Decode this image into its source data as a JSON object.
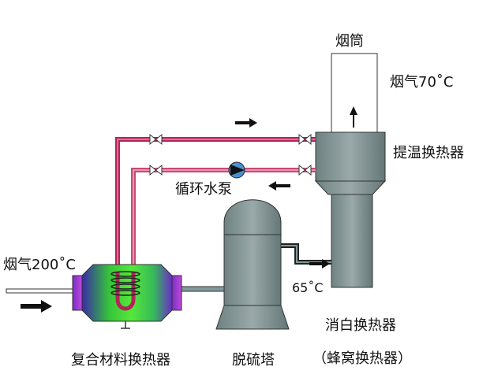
{
  "labels": {
    "chimney": "烟筒",
    "flue_gas_out": "烟气70˚C",
    "reheat_exchanger": "提温换热器",
    "pump": "循环水泵",
    "flue_gas_in": "烟气200˚C",
    "temp_65": "65˚C",
    "composite_exchanger": "复合材料换热器",
    "desulfurization_tower": "脱硫塔",
    "whitening_exchanger": "消白换热器",
    "honeycomb_exchanger": "（蜂窝换热器）"
  },
  "colors": {
    "pipe_dark": "#b3245a",
    "pipe_light": "#e08aa6",
    "vessel_gray": "#7f9090",
    "exchanger_green": "#44dd33",
    "exchanger_purple": "#6633bb",
    "arrow": "#111111"
  }
}
